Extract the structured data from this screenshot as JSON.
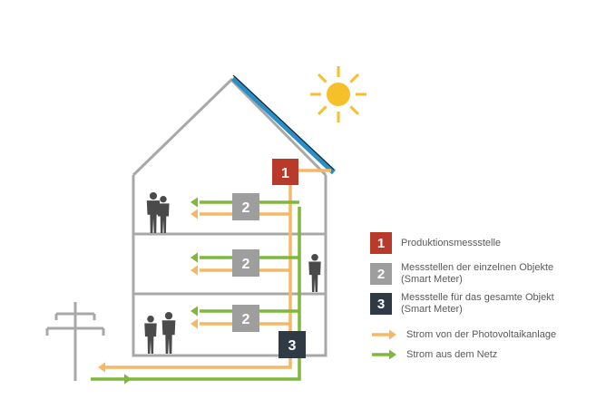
{
  "colors": {
    "house": "#a8a8a8",
    "production": "#b83a2a",
    "smart_meter": "#9e9e9e",
    "total_meter": "#2f3a45",
    "pv_flow": "#f5b866",
    "grid_flow": "#7fb83a",
    "sun": "#f6c02a",
    "panel": "#2a8fc8",
    "people": "#4a4a4a",
    "pylon": "#a8a8a8",
    "legend_text": "#5a5a5a"
  },
  "meters": {
    "production_label": "1",
    "smart_label": "2",
    "total_label": "3"
  },
  "legend": {
    "items": [
      {
        "key": "production",
        "marker": "1",
        "text": "Produktionsmessstelle"
      },
      {
        "key": "smart_meter",
        "marker": "2",
        "text": "Messstellen der einzelnen Objekte (Smart Meter)"
      },
      {
        "key": "total_meter",
        "marker": "3",
        "text": "Messstelle für das gesamte Objekt (Smart Meter)"
      },
      {
        "key": "pv_flow",
        "marker": "arrow",
        "text": "Strom von der Photovoltaikanlage"
      },
      {
        "key": "grid_flow",
        "marker": "arrow",
        "text": "Strom aus dem Netz"
      }
    ]
  },
  "icons": [
    "sun-icon",
    "solar-panel-icon",
    "power-pylon-icon",
    "person-icon"
  ]
}
